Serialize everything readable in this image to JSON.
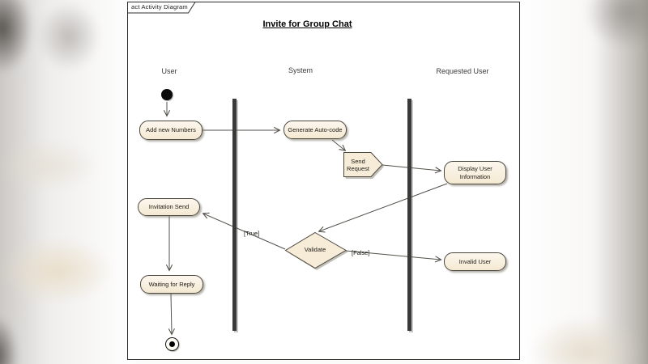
{
  "frame": {
    "tab_label": "act Activity Diagram",
    "title": "Invite for Group Chat"
  },
  "lanes": [
    {
      "label": "User"
    },
    {
      "label": "System"
    },
    {
      "label": "Requested User"
    }
  ],
  "nodes": {
    "initial": {
      "type": "initial",
      "lane": "User"
    },
    "add_new_numbers": {
      "type": "action",
      "label": "Add new Numbers",
      "lane": "User"
    },
    "generate_auto_code": {
      "type": "action",
      "label": "Generate Auto-code",
      "lane": "System"
    },
    "send_request": {
      "type": "send-signal",
      "label": "Send Request",
      "lane": "System"
    },
    "display_user_information": {
      "type": "action",
      "label": "Display User Information",
      "lane": "Requested User"
    },
    "invitation_send": {
      "type": "action",
      "label": "Invitation Send",
      "lane": "User"
    },
    "validate": {
      "type": "decision",
      "label": "Validate",
      "lane": "System"
    },
    "invalid_user": {
      "type": "action",
      "label": "Invalid User",
      "lane": "Requested User"
    },
    "waiting_for_reply": {
      "type": "action",
      "label": "Waiting for Reply",
      "lane": "User"
    },
    "final": {
      "type": "activity-final",
      "lane": "User"
    }
  },
  "edges": [
    {
      "from": "initial",
      "to": "add_new_numbers",
      "label": ""
    },
    {
      "from": "add_new_numbers",
      "to": "generate_auto_code",
      "label": ""
    },
    {
      "from": "generate_auto_code",
      "to": "send_request",
      "label": ""
    },
    {
      "from": "send_request",
      "to": "display_user_information",
      "label": ""
    },
    {
      "from": "display_user_information",
      "to": "validate",
      "label": ""
    },
    {
      "from": "validate",
      "to": "invitation_send",
      "label": "[True]"
    },
    {
      "from": "validate",
      "to": "invalid_user",
      "label": "[False]"
    },
    {
      "from": "invitation_send",
      "to": "waiting_for_reply",
      "label": ""
    },
    {
      "from": "waiting_for_reply",
      "to": "final",
      "label": ""
    }
  ],
  "colors": {
    "node_fill": "#f6ecd8",
    "node_border": "#4a473f",
    "partition_bar": "#3a3a3a",
    "frame_border": "#2f2f2f",
    "edge": "#55524c",
    "background_blur": "#c6c3bf"
  }
}
